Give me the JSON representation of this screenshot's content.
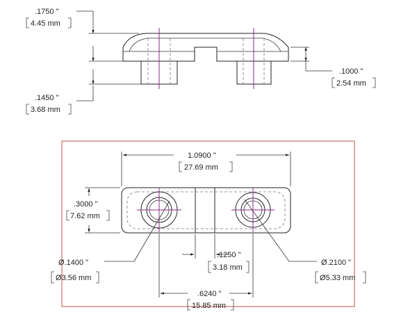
{
  "colors": {
    "background": "#ffffff",
    "lines": "#222222",
    "centerlines": "#8a2a8a",
    "frame": "#c0504d"
  },
  "dimensions": {
    "top_height_in": ".1750 \"",
    "top_height_mm": "4.45 mm",
    "boss_height_in": ".1450 \"",
    "boss_height_mm": "3.68 mm",
    "step_in": ".1000 \"",
    "step_mm": "2.54 mm",
    "overall_length_in": "1.0900 \"",
    "overall_length_mm": "27.69 mm",
    "width_in": ".3000 \"",
    "width_mm": "7.62 mm",
    "hole_dia_in": ".1400 \"",
    "hole_dia_mm": "3.56 mm",
    "boss_dia_in": ".2100 \"",
    "boss_dia_mm": "5.33 mm",
    "slot_in": ".1250 \"",
    "slot_mm": "3.18 mm",
    "hole_spacing_in": ".6240 \"",
    "hole_spacing_mm": "15.85 mm",
    "dia_symbol": "Ø"
  }
}
